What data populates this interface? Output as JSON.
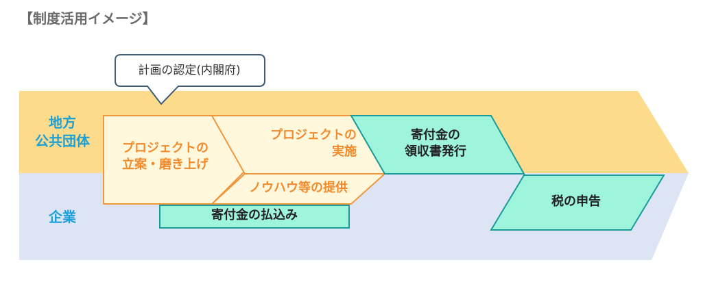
{
  "title": "【制度活用イメージ】",
  "callout": "計画の認定(内閣府)",
  "lanes": {
    "government": "地方\n公共団体",
    "company": "企業"
  },
  "steps": {
    "plan": "プロジェクトの\n立案・磨き上げ",
    "implement": "プロジェクトの\n実施",
    "know_how": "ノウハウ等の提供",
    "receipt": "寄付金の\n領収書発行",
    "payment": "寄付金の払込み",
    "tax": "税の申告"
  },
  "colors": {
    "government_band": "#fcdc8c",
    "company_band": "#dde5f4",
    "orange_stroke": "#f0963c",
    "orange_fill": "#fff8dc",
    "teal_stroke": "#1a9a9a",
    "teal_fill": "#9ef5dc",
    "lane_text": "#1a9fd6"
  }
}
